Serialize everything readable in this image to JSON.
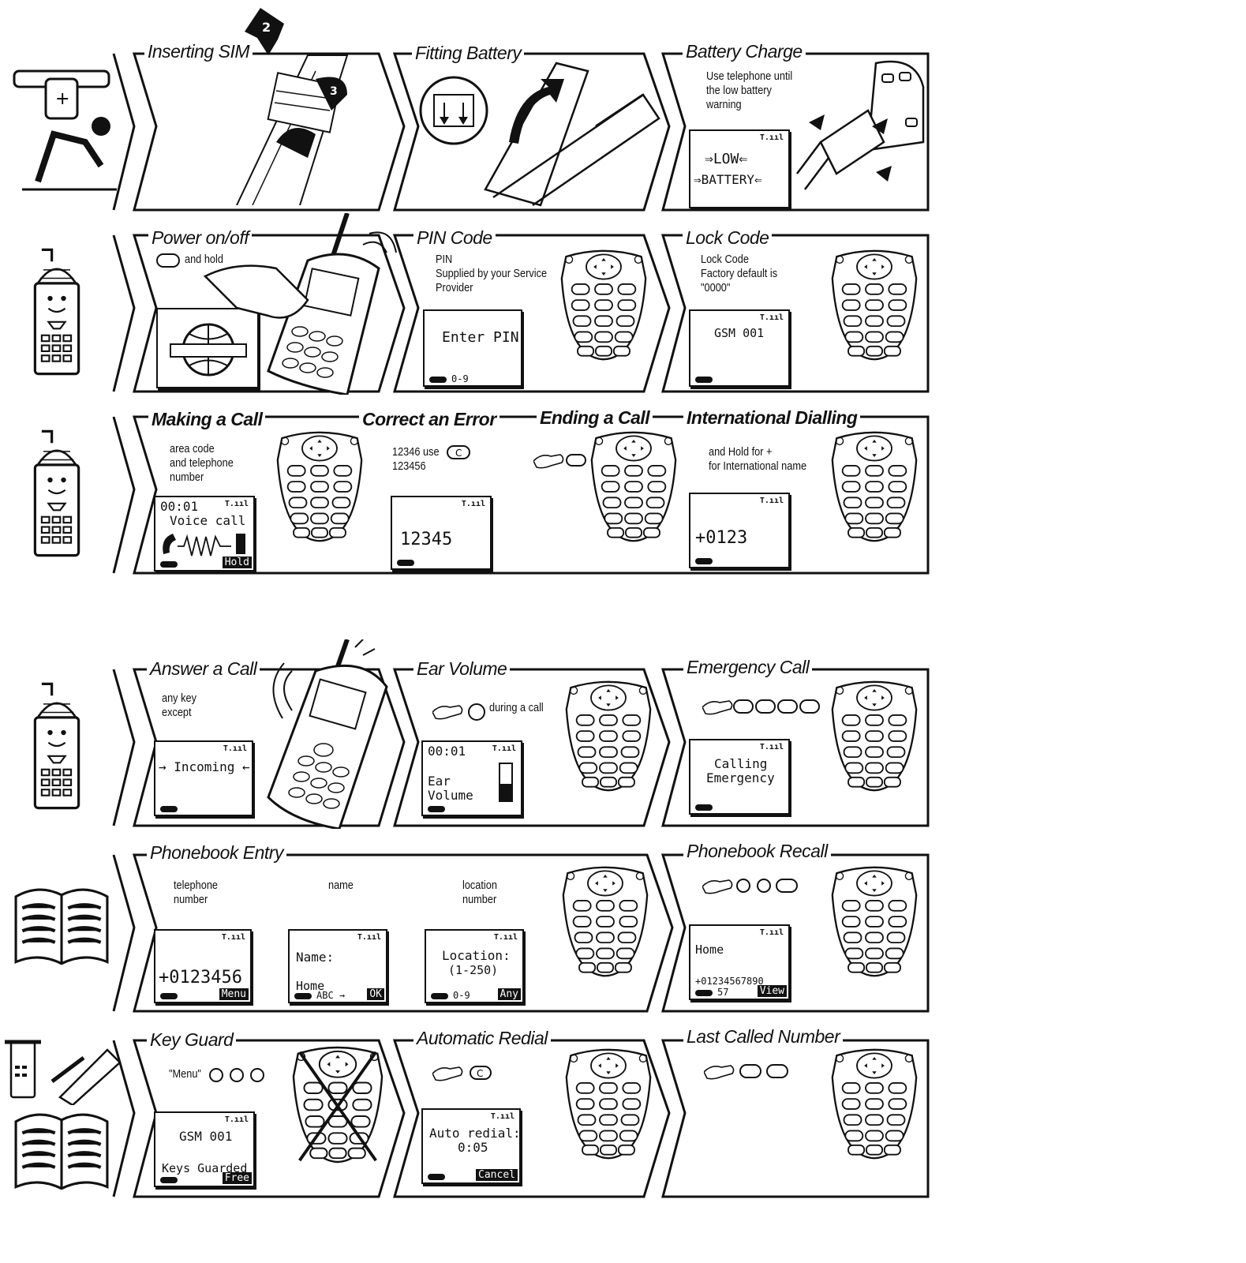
{
  "rows": [
    {
      "panels": [
        {
          "title": "Inserting SIM",
          "bold": false
        },
        {
          "title": "Fitting Battery",
          "bold": false
        },
        {
          "title": "Battery Charge",
          "bold": false,
          "instr": "Use telephone until\nthe low battery\nwarning",
          "lcd": {
            "l1": "⇒LOW⇐",
            "l2": "⇒BATTERY⇐",
            "sig": "T.ııl"
          }
        }
      ]
    },
    {
      "panels": [
        {
          "title": "Power on/off",
          "bold": false,
          "instr": "and hold"
        },
        {
          "title": "PIN Code",
          "bold": false,
          "instr": "PIN\nSupplied by your Service\nProvider",
          "lcd": {
            "l1": "Enter PIN",
            "soft_left": "0-9"
          }
        },
        {
          "title": "Lock Code",
          "bold": false,
          "instr": "Lock Code\nFactory default is\n\"0000\"",
          "lcd": {
            "l1": "GSM 001",
            "sig": "T.ııl"
          }
        }
      ]
    },
    {
      "panels": [
        {
          "title": "Making a Call",
          "bold": true,
          "instr": "area code\nand telephone\nnumber",
          "lcd": {
            "l1": "00:01",
            "l2": "Voice call",
            "sig": "T.ııl",
            "soft": "Hold"
          }
        },
        {
          "title": "Correct an Error",
          "bold": true,
          "instr": "12346 use\n123456",
          "lcd": {
            "l1": "12345",
            "sig": "T.ııl"
          }
        },
        {
          "title": "Ending a Call",
          "bold": true
        },
        {
          "title": "International Dialling",
          "bold": true,
          "instr": "and Hold for +\nfor International name",
          "lcd": {
            "l1": "+0123",
            "sig": "T.ııl"
          }
        }
      ]
    },
    {
      "panels": [
        {
          "title": "Answer a Call",
          "bold": false,
          "instr": "any key\nexcept",
          "lcd": {
            "l1": "→ Incoming ←",
            "sig": "T.ııl"
          }
        },
        {
          "title": "Ear Volume",
          "bold": false,
          "instr": "during a call",
          "lcd": {
            "l1": "00:01",
            "l2": "Ear",
            "l3": "Volume",
            "sig": "T.ııl"
          }
        },
        {
          "title": "Emergency Call",
          "bold": false,
          "lcd": {
            "l1": "Calling",
            "l2": "Emergency",
            "sig": "T.ııl"
          }
        }
      ]
    },
    {
      "panels": [
        {
          "title": "Phonebook Entry",
          "bold": false,
          "steps": [
            {
              "instr": "telephone\nnumber",
              "lcd": {
                "l1": "+0123456",
                "soft": "Menu",
                "sig": "T.ııl"
              }
            },
            {
              "instr": "name",
              "lcd": {
                "l1": "Name:",
                "l2": "Home",
                "soft_left": "ABC →",
                "soft": "OK",
                "sig": "T.ııl"
              }
            },
            {
              "instr": "location\nnumber",
              "lcd": {
                "l1": "Location:",
                "l2": "(1-250)",
                "soft_left": "0-9",
                "soft": "Any",
                "sig": "T.ııl"
              }
            }
          ]
        },
        {
          "title": "Phonebook Recall",
          "bold": false,
          "lcd": {
            "l1": "Home",
            "l2": "+01234567890",
            "soft_left": "57",
            "soft": "View",
            "sig": "T.ııl"
          }
        }
      ]
    },
    {
      "panels": [
        {
          "title": "Key Guard",
          "bold": false,
          "instr": "\"Menu\"",
          "lcd": {
            "l1": "GSM 001",
            "l2": "Keys Guarded",
            "soft": "Free",
            "sig": "T.ııl"
          }
        },
        {
          "title": "Automatic Redial",
          "bold": false,
          "lcd": {
            "l1": "Auto redial:",
            "l2": "0:05",
            "soft": "Cancel",
            "sig": "T.ııl"
          }
        },
        {
          "title": "Last Called Number",
          "bold": false
        }
      ]
    }
  ],
  "icons": [
    "sim-card-icon",
    "battery-icon",
    "charger-icon",
    "phone-icon",
    "keypad-icon",
    "book-icon",
    "hand-press-icon"
  ]
}
